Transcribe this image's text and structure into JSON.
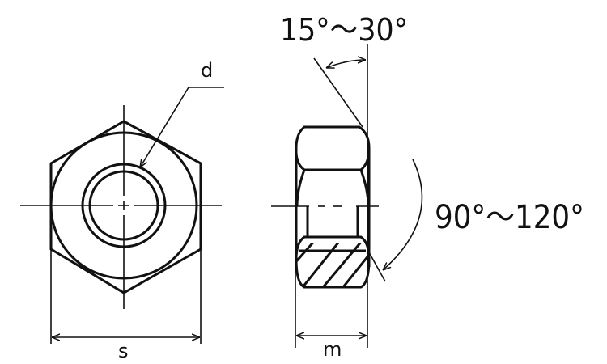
{
  "labels": {
    "thread_diameter": "d",
    "width_across_flats": "s",
    "height": "m",
    "chamfer_angle": "15°〜30°",
    "countersink_angle": "90°〜120°"
  },
  "colors": {
    "line": "#111111",
    "background": "#ffffff"
  }
}
